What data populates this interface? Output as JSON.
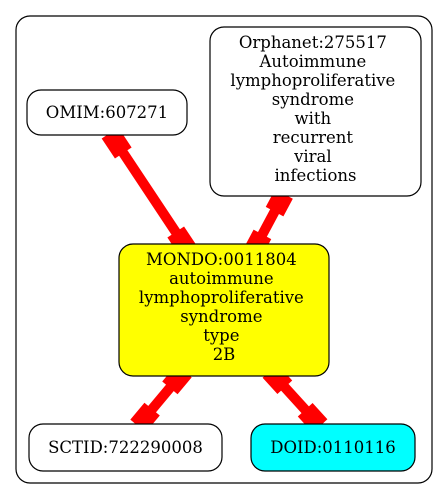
{
  "nodes": {
    "orphanet": {
      "lines": [
        "Orphanet:275517",
        "Autoimmune",
        "lymphoproliferative",
        "syndrome",
        "with",
        "recurrent",
        "viral",
        "infections"
      ],
      "fill": "#ffffff"
    },
    "omim": {
      "lines": [
        "OMIM:607271"
      ],
      "fill": "#ffffff"
    },
    "mondo": {
      "lines": [
        "MONDO:0011804",
        "autoimmune",
        "lymphoproliferative",
        "syndrome",
        "type",
        "2B"
      ],
      "fill": "#ffff00"
    },
    "sctid": {
      "lines": [
        "SCTID:722290008"
      ],
      "fill": "#ffffff"
    },
    "doid": {
      "lines": [
        "DOID:0110116"
      ],
      "fill": "#00ffff"
    }
  },
  "edges": [
    {
      "from": "omim",
      "to": "mondo",
      "color": "#ff0000"
    },
    {
      "from": "orphanet",
      "to": "mondo",
      "color": "#ff0000"
    },
    {
      "from": "mondo",
      "to": "sctid",
      "color": "#ff0000"
    },
    {
      "from": "mondo",
      "to": "doid",
      "color": "#ff0000"
    }
  ]
}
